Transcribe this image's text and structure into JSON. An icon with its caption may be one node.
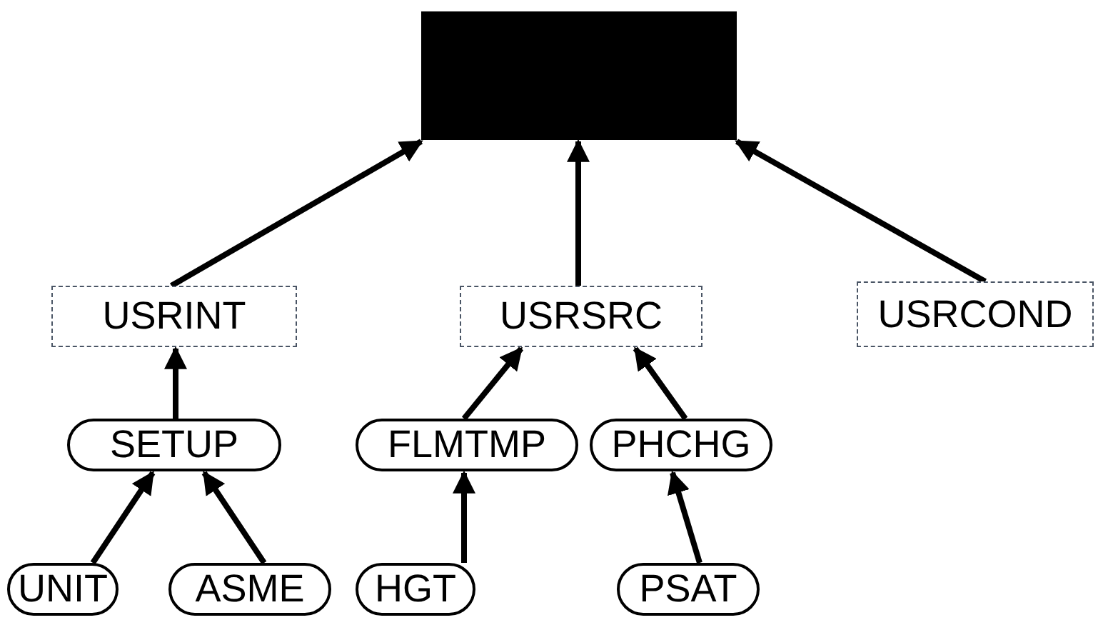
{
  "diagram": {
    "nodes": [
      {
        "text": [],
        "shape": "box"
      },
      {
        "text": [
          "USRINT"
        ]
      },
      {
        "text": [
          "USRSRC"
        ]
      },
      {
        "text": [
          "USRCOND"
        ]
      },
      {
        "text": [
          "SETUP"
        ]
      },
      {
        "text": [
          "FLMTMP"
        ]
      },
      {
        "text": [
          "PHCHG"
        ]
      },
      {
        "text": [
          "UNIT"
        ]
      },
      {
        "text": [
          "ASME"
        ]
      },
      {
        "text": [
          "HGT"
        ]
      },
      {
        "text": [
          "PSAT"
        ]
      }
    ],
    "edges": [
      {
        "from": 1,
        "to": 0,
        "arrow": "to"
      },
      {
        "from": 2,
        "to": 0,
        "arrow": "to"
      },
      {
        "from": 3,
        "to": 0,
        "arrow": "to"
      },
      {
        "from": 4,
        "to": 1,
        "arrow": "to"
      },
      {
        "from": 5,
        "to": 2,
        "arrow": "to"
      },
      {
        "from": 6,
        "to": 2,
        "arrow": "to"
      },
      {
        "from": 7,
        "to": 4,
        "arrow": "to"
      },
      {
        "from": 8,
        "to": 4,
        "arrow": "to"
      },
      {
        "from": 9,
        "to": 5,
        "arrow": "to"
      },
      {
        "from": 10,
        "to": 6,
        "arrow": "to"
      }
    ]
  }
}
